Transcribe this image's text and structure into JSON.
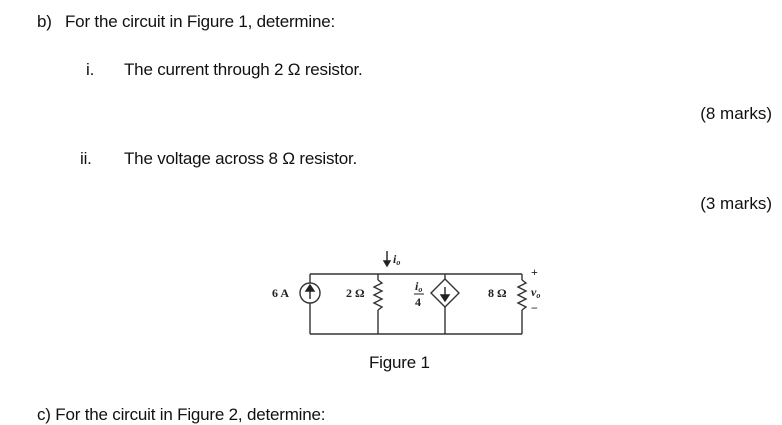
{
  "top_partial_marks": "(",
  "question": {
    "label": "b)",
    "prompt": "For the circuit in Figure 1, determine:",
    "parts": [
      {
        "numeral": "i.",
        "text": "The current through 2 Ω resistor.",
        "marks": "(8 marks)"
      },
      {
        "numeral": "ii.",
        "text": "The voltage across 8 Ω resistor.",
        "marks": "(3 marks)"
      }
    ]
  },
  "figure": {
    "caption": "Figure 1",
    "components": {
      "current_source": "6 A",
      "resistor_1": "2 Ω",
      "current_label": "i",
      "current_subscript": "o",
      "dependent_source_num": "i",
      "dependent_source_sub": "o",
      "dependent_source_den": "4",
      "resistor_2": "8 Ω",
      "voltage_label": "v",
      "voltage_subscript": "o",
      "plus": "+",
      "minus": "−"
    }
  },
  "next_question_partial": "c)  For the circuit in Figure 2, determine:"
}
